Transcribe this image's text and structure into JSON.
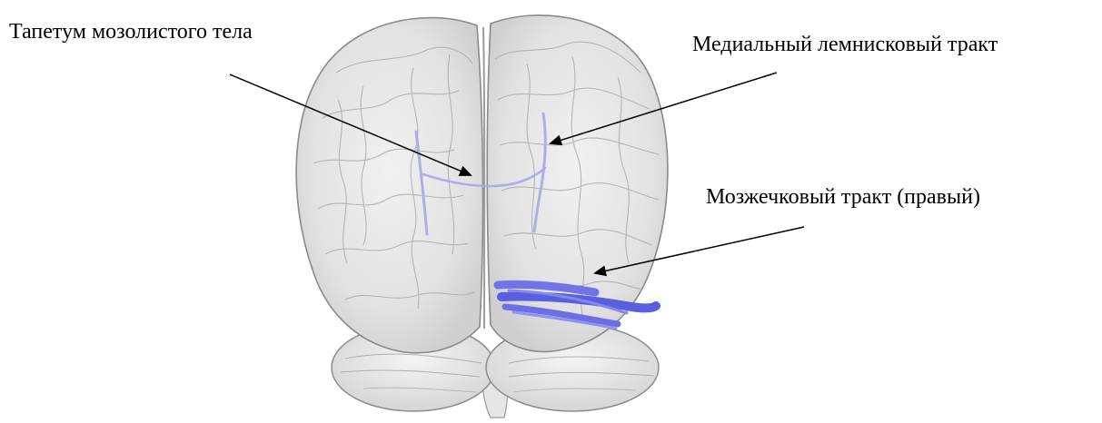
{
  "labels": {
    "tapetum": "Тапетум мозолистого тела",
    "medial_lemniscus": "Медиальный лемнисковый тракт",
    "cerebellar_tract": "Мозжечковый тракт (правый)"
  },
  "colors": {
    "brain_fill": "#e4e4e4",
    "brain_outline": "#8a8a8a",
    "tract_faint": "#a7a9e8",
    "tract_bundle": "#5a5fe0",
    "pointer": "#000000"
  }
}
